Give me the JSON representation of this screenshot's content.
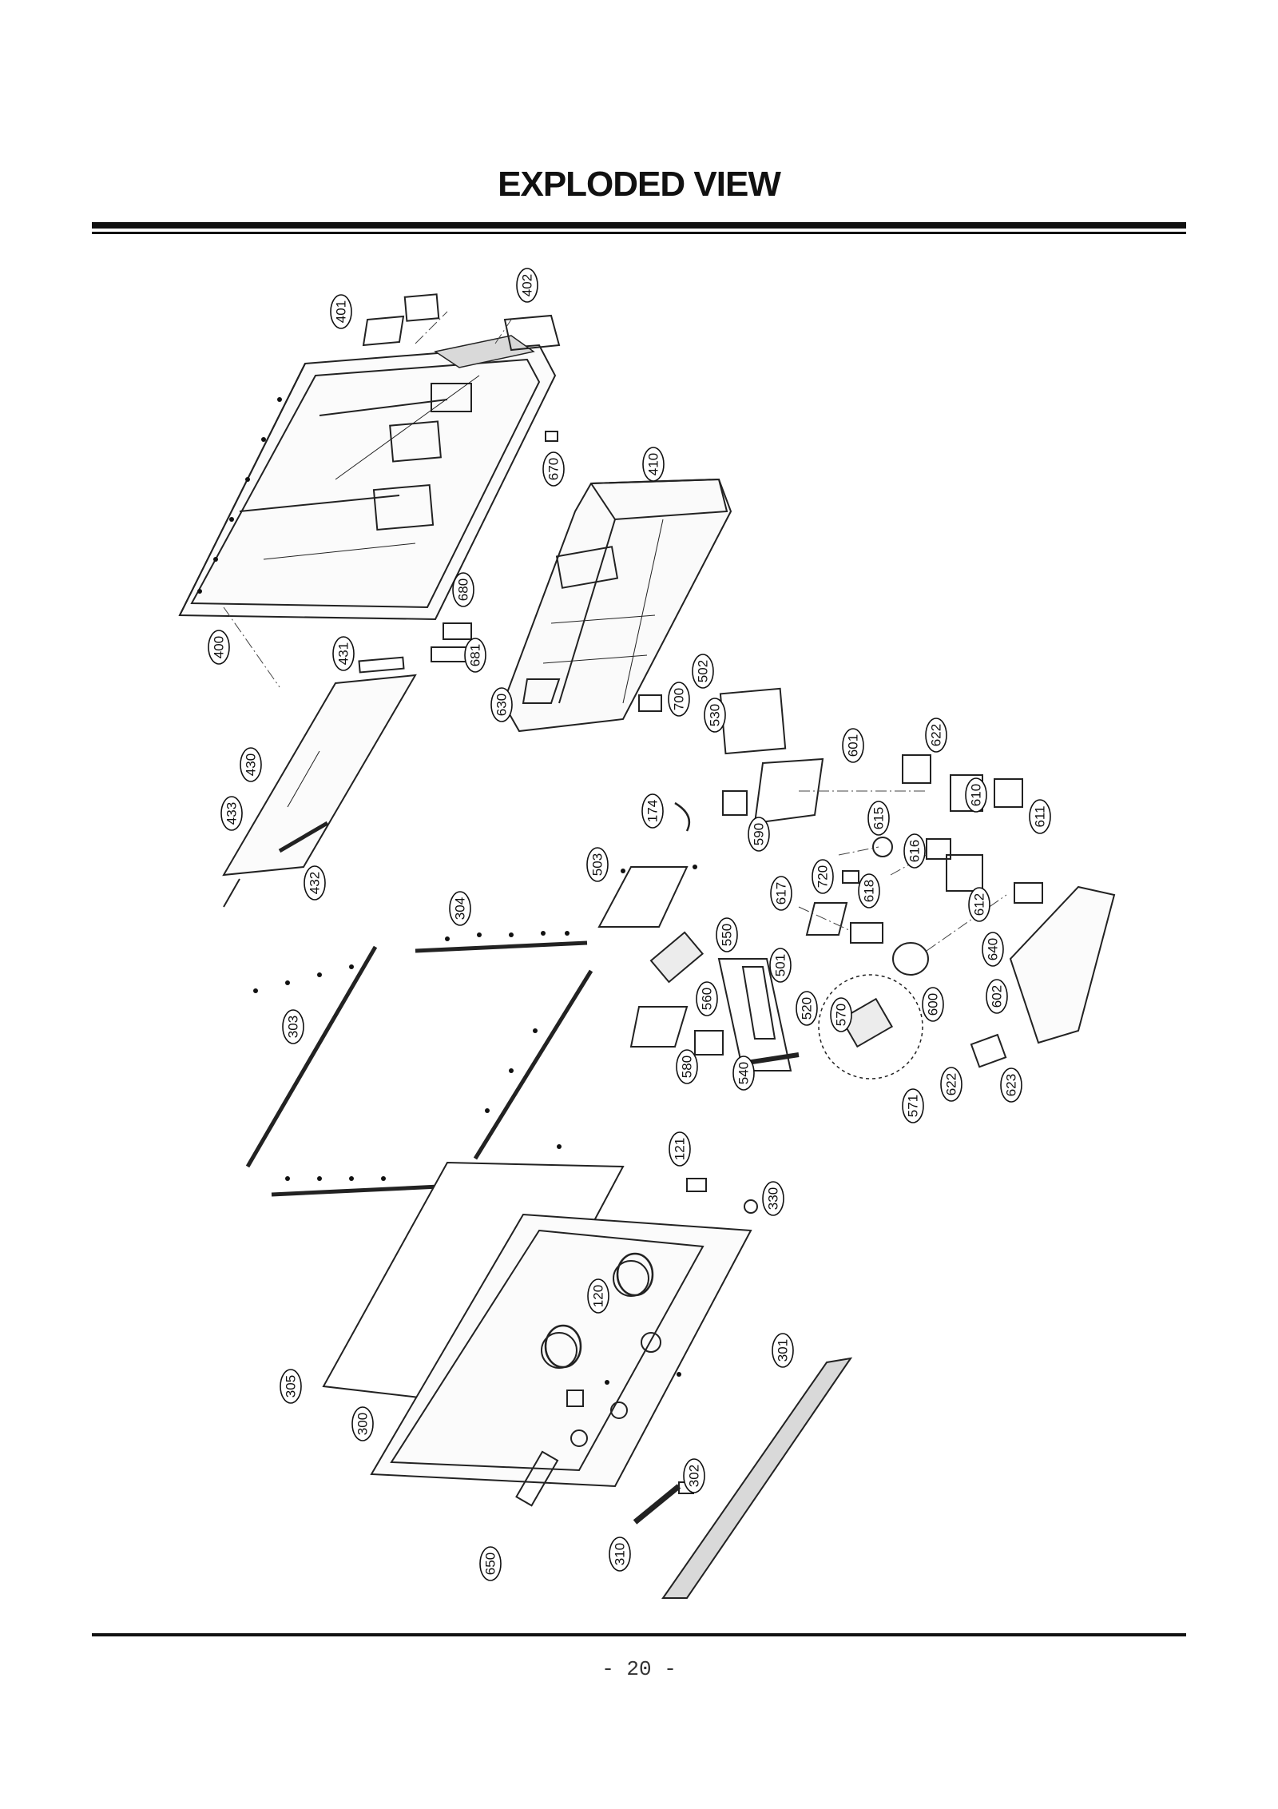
{
  "header": {
    "title": "EXPLODED VIEW"
  },
  "footer": {
    "page_number": "- 20 -"
  },
  "callouts": [
    "401",
    "402",
    "670",
    "410",
    "400",
    "680",
    "681",
    "431",
    "630",
    "700",
    "502",
    "530",
    "601",
    "622",
    "610",
    "611",
    "430",
    "433",
    "432",
    "174",
    "590",
    "615",
    "503",
    "720",
    "616",
    "617",
    "618",
    "612",
    "304",
    "550",
    "640",
    "501",
    "560",
    "600",
    "602",
    "520",
    "570",
    "303",
    "540",
    "580",
    "622",
    "623",
    "571",
    "121",
    "330",
    "120",
    "305",
    "301",
    "300",
    "302",
    "650",
    "310"
  ]
}
